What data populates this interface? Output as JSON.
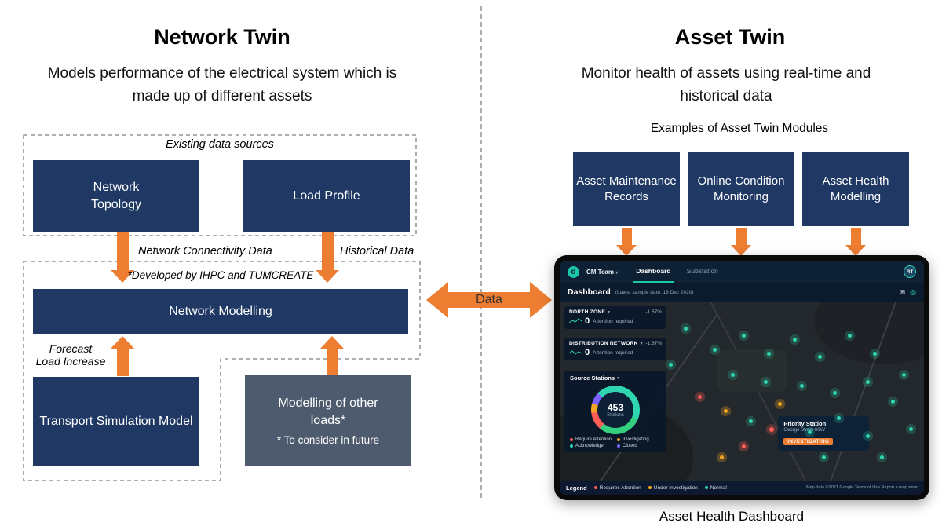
{
  "left": {
    "title": "Network Twin",
    "subtitle": "Models performance of the electrical system which is made up of different assets",
    "existing_sources_label": "Existing data sources",
    "boxes": {
      "network_topology": "Network\nTopology",
      "load_profile": "Load Profile",
      "network_modelling": "Network Modelling",
      "transport_simulation": "Transport Simulation Model",
      "other_loads": "Modelling of other loads*",
      "other_loads_note": "* To consider in future"
    },
    "labels": {
      "network_connectivity": "Network  Connectivity Data",
      "historical_data": "Historical Data",
      "developed_by": "*Developed  by IHPC and TUMCREATE",
      "forecast_load": "Forecast\nLoad Increase"
    }
  },
  "center": {
    "data_label": "Data"
  },
  "right": {
    "title": "Asset Twin",
    "subtitle": "Monitor health of assets using real-time and historical data",
    "examples_label": "Examples of Asset Twin Modules",
    "modules": [
      "Asset Maintenance Records",
      "Online Condition Monitoring",
      "Asset Health Modelling"
    ],
    "caption": "Asset Health Dashboard"
  },
  "dashboard": {
    "brand": "d",
    "team": "CM Team",
    "team_caret": "▾",
    "tabs": [
      "Dashboard",
      "Substation"
    ],
    "heading": "Dashboard",
    "heading_note": "(Latest sample date: 16 Dec 2020)",
    "avatar": "RT",
    "mail_icon": "✉",
    "pin_icon": "◎",
    "caret": "▾",
    "north_zone": {
      "label": "NORTH ZONE",
      "delta": "-1.67%",
      "count": "0",
      "sub": "Attention required"
    },
    "distribution": {
      "label": "DISTRIBUTION NETWORK",
      "delta": "-1.67%",
      "count": "0",
      "sub": "Attention required"
    },
    "source_stations": {
      "label": "Source Stations",
      "value": "453",
      "unit": "Stations",
      "legend": [
        "Require Attention",
        "Investigating",
        "Acknowledge",
        "Closed"
      ]
    },
    "tooltip": {
      "title": "Priority Station",
      "subtitle": "George Street 66kV",
      "badge": "INVESTIGATING"
    },
    "legend_bar": {
      "label": "Legend",
      "items": [
        "Requires Attention",
        "Under Investigation",
        "Normal"
      ]
    },
    "map_credit": "Map data ©2021 Google   Terms of Use   Report a map error"
  },
  "colors": {
    "navy": "#1F3864",
    "slate": "#4E5B6E",
    "orange": "#ED7D31",
    "teal": "#19C6A7",
    "status_red": "#FF5E57",
    "status_orange": "#F5A623",
    "status_teal": "#2FD6B0",
    "status_purple": "#7B61FF"
  }
}
